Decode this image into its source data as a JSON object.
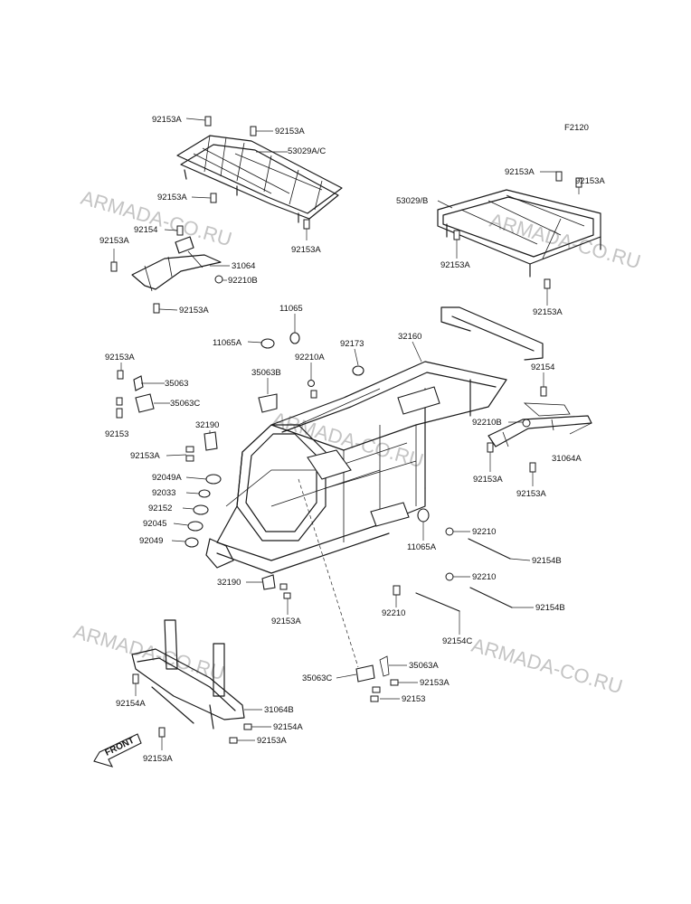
{
  "diagram": {
    "figure_code": "F2120",
    "watermark": "ARMADA-CO.RU",
    "front_label": "FRONT",
    "labels": {
      "l_92153A_tl": "92153A",
      "l_92153A_tr": "92153A",
      "l_53029AC": "53029A/C",
      "l_92153A_mid": "92153A",
      "l_92154_a": "92154",
      "l_92153A_b": "92153A",
      "l_31064": "31064",
      "l_92210B_a": "92210B",
      "l_92153A_c": "92153A",
      "l_92153A_d": "92153A",
      "l_92153A_rt1": "92153A",
      "l_92153A_rt2": "92153A",
      "l_53029B": "53029/B",
      "l_92153A_rt3": "92153A",
      "l_92153A_rt4": "92153A",
      "l_11065": "11065",
      "l_11065A": "11065A",
      "l_92173": "92173",
      "l_32160": "32160",
      "l_92210A": "92210A",
      "l_92153A_e": "92153A",
      "l_35063": "35063",
      "l_35063B": "35063B",
      "l_35063C": "35063C",
      "l_92153": "92153",
      "l_32190": "32190",
      "l_92153A_f": "92153A",
      "l_92049A": "92049A",
      "l_92033": "92033",
      "l_92152": "92152",
      "l_92045": "92045",
      "l_92049": "92049",
      "l_92154_b": "92154",
      "l_92210B_b": "92210B",
      "l_31064A": "31064A",
      "l_92153A_g": "92153A",
      "l_92153A_h": "92153A",
      "l_11065A_b": "11065A",
      "l_92210_a": "92210",
      "l_92154B_a": "92154B",
      "l_92210_b": "92210",
      "l_92210_c": "92210",
      "l_92154B_b": "92154B",
      "l_32190_b": "32190",
      "l_92153A_i": "92153A",
      "l_92154C": "92154C",
      "l_35063A": "35063A",
      "l_35063C_b": "35063C",
      "l_92153A_j": "92153A",
      "l_92153_b": "92153",
      "l_92154A": "92154A",
      "l_31064B": "31064B",
      "l_92154A_b": "92154A",
      "l_92153A_k": "92153A",
      "l_92153A_l": "92153A"
    }
  }
}
